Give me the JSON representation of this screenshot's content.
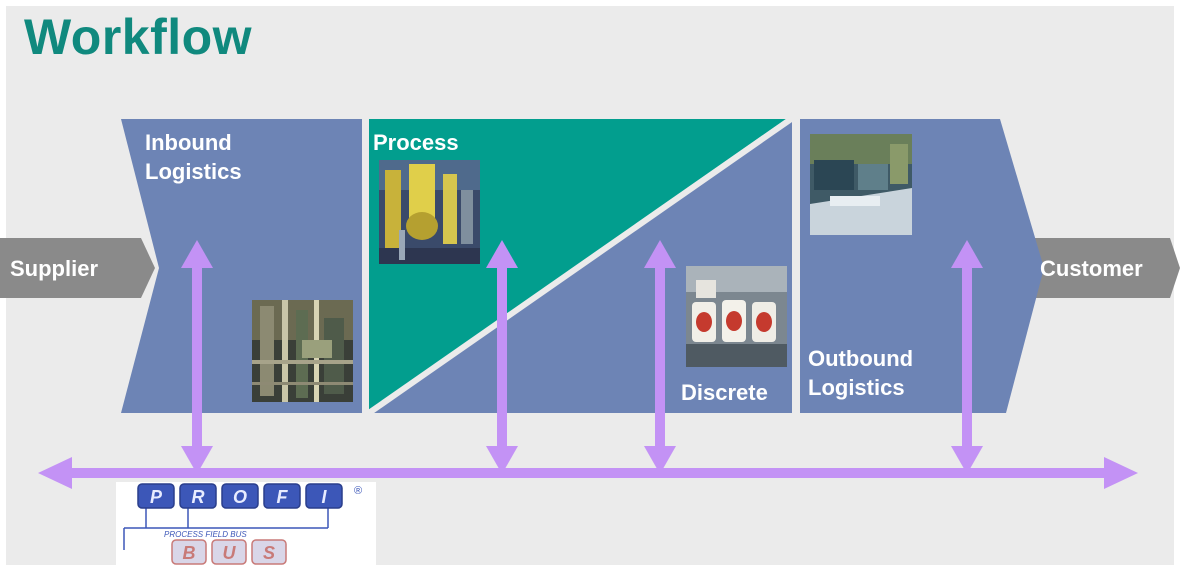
{
  "title": "Workflow",
  "stages": {
    "supplier": "Supplier",
    "inbound": [
      "Inbound",
      "Logistics"
    ],
    "process": "Process",
    "discrete": "Discrete",
    "outbound": [
      "Outbound",
      "Logistics"
    ],
    "customer": "Customer"
  },
  "bus": {
    "logo_top": [
      "P",
      "R",
      "O",
      "F",
      "I"
    ],
    "logo_registered": "®",
    "logo_tagline": "PROCESS FIELD BUS",
    "logo_bottom": [
      "B",
      "U",
      "S"
    ]
  },
  "colors": {
    "title": "#10897e",
    "chevron_blue": "#6d84b5",
    "process_teal": "#029e8e",
    "grey_arrow": "#8a8a8a",
    "bus_arrow": "#c392f5",
    "logo_blue": "#3c57b8",
    "logo_bus": "#c87a78"
  },
  "icons": [
    "industrial-warehouse-photo",
    "process-plant-photo",
    "bottling-line-photo",
    "packaging-conveyor-photo"
  ]
}
